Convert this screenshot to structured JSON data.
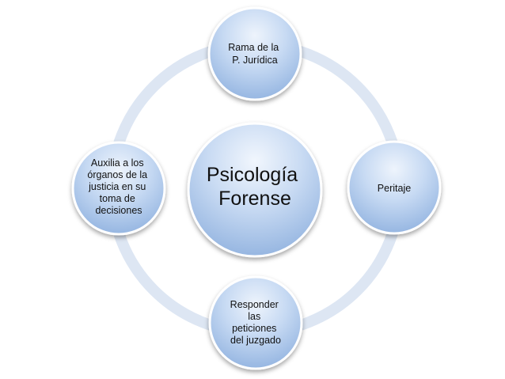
{
  "diagram": {
    "center": {
      "lines": [
        "Psicología",
        "Forense"
      ]
    },
    "nodes": {
      "top": {
        "lines": [
          "Rama de la",
          "P. Jurídica"
        ]
      },
      "right": {
        "lines": [
          "Peritaje"
        ]
      },
      "bottom": {
        "lines": [
          "Responder",
          "las",
          "peticiones",
          "del juzgado"
        ]
      },
      "left": {
        "lines": [
          "Auxilia a los",
          "órganos de la",
          "justicia en su",
          "toma de",
          "decisiones"
        ]
      }
    },
    "colors": {
      "ring": "#dde6f3",
      "ring_edge": "#c9d6ea",
      "node_light": "#e7f0fb",
      "node_mid": "#b4cdee",
      "node_dark": "#8fb1df",
      "node_stroke": "#ffffff",
      "text": "#111111"
    }
  }
}
